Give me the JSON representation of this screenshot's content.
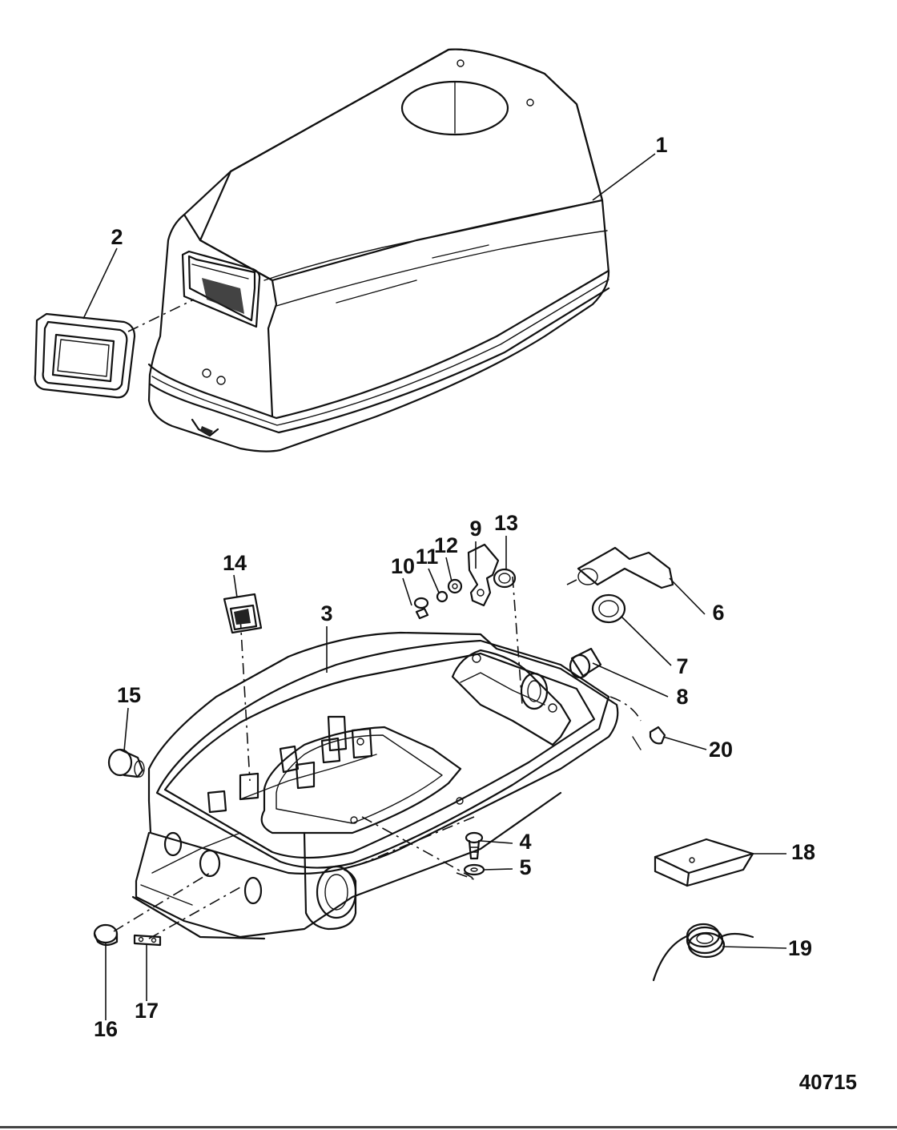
{
  "figure_number": "40715",
  "callouts": [
    {
      "id": "1",
      "label": "1"
    },
    {
      "id": "2",
      "label": "2"
    },
    {
      "id": "3",
      "label": "3"
    },
    {
      "id": "4",
      "label": "4"
    },
    {
      "id": "5",
      "label": "5"
    },
    {
      "id": "6",
      "label": "6"
    },
    {
      "id": "7",
      "label": "7"
    },
    {
      "id": "8",
      "label": "8"
    },
    {
      "id": "9",
      "label": "9"
    },
    {
      "id": "10",
      "label": "10"
    },
    {
      "id": "11",
      "label": "11"
    },
    {
      "id": "12",
      "label": "12"
    },
    {
      "id": "13",
      "label": "13"
    },
    {
      "id": "14",
      "label": "14"
    },
    {
      "id": "15",
      "label": "15"
    },
    {
      "id": "16",
      "label": "16"
    },
    {
      "id": "17",
      "label": "17"
    },
    {
      "id": "18",
      "label": "18"
    },
    {
      "id": "19",
      "label": "19"
    },
    {
      "id": "20",
      "label": "20"
    }
  ]
}
